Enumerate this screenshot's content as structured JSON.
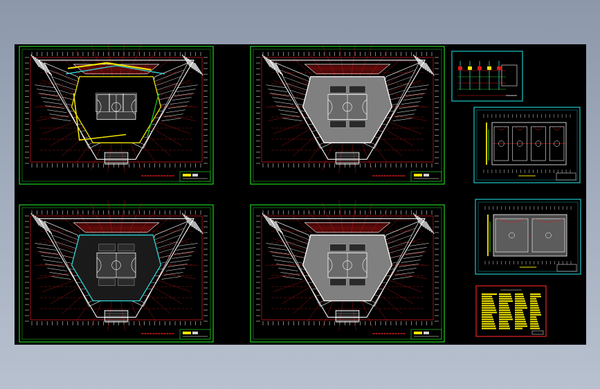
{
  "viewer": {
    "background": "#000000",
    "sheet_border_color": "#1fd01f",
    "sheet_border_color_alt": "#1fc8c8"
  },
  "sheets": [
    {
      "id": "plan-top-left",
      "kind": "floor-plan",
      "variant": "colored-wiring"
    },
    {
      "id": "plan-top-right",
      "kind": "floor-plan",
      "variant": "grey-court"
    },
    {
      "id": "plan-bottom-left",
      "kind": "floor-plan",
      "variant": "dark-court-cyan"
    },
    {
      "id": "plan-bottom-right",
      "kind": "floor-plan",
      "variant": "grey-court"
    },
    {
      "id": "system-diagram",
      "kind": "schematic"
    },
    {
      "id": "courts-plan-a",
      "kind": "section",
      "courts": 4
    },
    {
      "id": "courts-plan-b",
      "kind": "section",
      "courts": 2
    },
    {
      "id": "legend-sheet",
      "kind": "legend"
    }
  ],
  "colors": {
    "grid": "#e01a1a",
    "wall": "#ffffff",
    "accent_yellow": "#f2e600",
    "accent_cyan": "#2fd8d8",
    "court_grey": "#808080",
    "court_dark": "#3a3a3a"
  }
}
